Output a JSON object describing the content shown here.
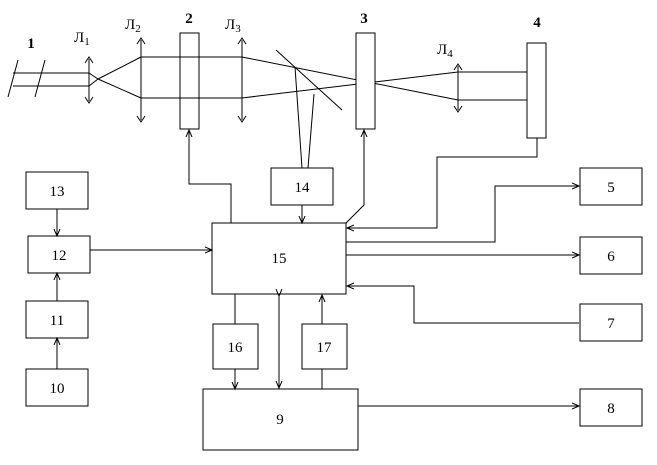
{
  "components": {
    "laser": "1",
    "modulator_1": "2",
    "modulator_2": "3",
    "target": "4"
  },
  "lenses": {
    "lens_1": {
      "base": "Л",
      "sub": "1"
    },
    "lens_2": {
      "base": "Л",
      "sub": "2"
    },
    "lens_3": {
      "base": "Л",
      "sub": "3"
    },
    "lens_4": {
      "base": "Л",
      "sub": "4"
    }
  },
  "blocks": {
    "b5": "5",
    "b6": "6",
    "b7": "7",
    "b8": "8",
    "b9": "9",
    "b10": "10",
    "b11": "11",
    "b12": "12",
    "b13": "13",
    "b14": "14",
    "b15": "15",
    "b16": "16",
    "b17": "17"
  }
}
